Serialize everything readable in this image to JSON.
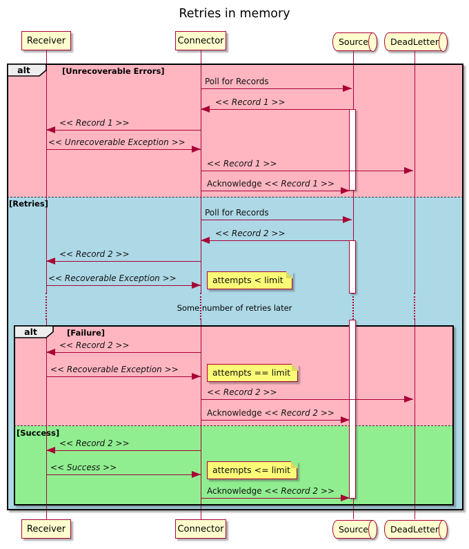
{
  "title": "Retries in memory",
  "participants": [
    {
      "name": "Receiver",
      "type": "participant-box"
    },
    {
      "name": "Connector",
      "type": "participant-box"
    },
    {
      "name": "Source",
      "type": "queue"
    },
    {
      "name": "DeadLetter",
      "type": "queue"
    }
  ],
  "frames": {
    "outer": {
      "label": "alt",
      "sections": [
        {
          "condition": "[Unrecoverable Errors]"
        },
        {
          "condition": "[Retries]"
        }
      ]
    },
    "inner": {
      "label": "alt",
      "sections": [
        {
          "condition": "[Failure]"
        },
        {
          "condition": "[Success]"
        }
      ]
    }
  },
  "messages": [
    {
      "from": "Connector",
      "to": "Source",
      "text": "Poll for Records",
      "em": ""
    },
    {
      "from": "Source",
      "to": "Connector",
      "text": "",
      "em": "<< Record 1 >>"
    },
    {
      "from": "Connector",
      "to": "Receiver",
      "text": "",
      "em": "<< Record 1 >>"
    },
    {
      "from": "Receiver",
      "to": "Connector",
      "text": "",
      "em": "<< Unrecoverable Exception >>"
    },
    {
      "from": "Connector",
      "to": "DeadLetter",
      "text": "",
      "em": "<< Record 1 >>"
    },
    {
      "from": "Connector",
      "to": "Source",
      "text": "Acknowledge ",
      "em": "<< Record 1 >>"
    },
    {
      "from": "Connector",
      "to": "Source",
      "text": "Poll for Records",
      "em": ""
    },
    {
      "from": "Source",
      "to": "Connector",
      "text": "",
      "em": "<< Record 2 >>"
    },
    {
      "from": "Connector",
      "to": "Receiver",
      "text": "",
      "em": "<< Record 2 >>"
    },
    {
      "from": "Receiver",
      "to": "Connector",
      "text": "",
      "em": "<< Recoverable Exception >>"
    },
    {
      "from": "Connector",
      "to": "Receiver",
      "text": "",
      "em": "<< Record 2 >>"
    },
    {
      "from": "Receiver",
      "to": "Connector",
      "text": "",
      "em": "<< Recoverable Exception >>"
    },
    {
      "from": "Connector",
      "to": "DeadLetter",
      "text": "",
      "em": "<< Record 2 >>"
    },
    {
      "from": "Connector",
      "to": "Source",
      "text": "Acknowledge ",
      "em": "<< Record 2 >>"
    },
    {
      "from": "Connector",
      "to": "Receiver",
      "text": "",
      "em": "<< Record 2 >>"
    },
    {
      "from": "Receiver",
      "to": "Connector",
      "text": "",
      "em": "<< Success >>"
    },
    {
      "from": "Connector",
      "to": "Source",
      "text": "Acknowledge ",
      "em": "<< Record 2 >>"
    }
  ],
  "notes": [
    {
      "text": "attempts < limit"
    },
    {
      "text": "attempts == limit"
    },
    {
      "text": "attempts <= limit"
    }
  ],
  "delay_text": "Some number of retries later",
  "colors": {
    "accent": "#A80036",
    "participant_fill": "#FEFECE",
    "note_fill": "#FBFB77",
    "frame_border": "#000000",
    "section_unrecoverable": "#FFB6C1",
    "section_retries": "#ADD8E6",
    "section_failure": "#FFB6C1",
    "section_success": "#90EE90"
  }
}
